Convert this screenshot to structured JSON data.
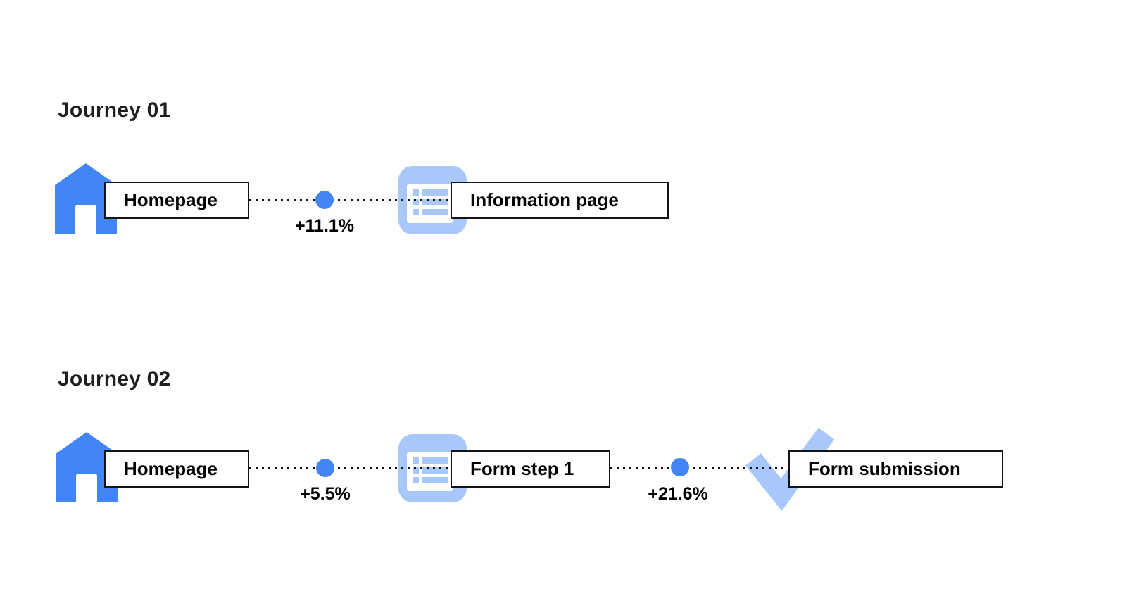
{
  "page": {
    "background": "#ffffff"
  },
  "colors": {
    "primary_blue": "#4285F4",
    "light_blue": "#A8C7FA",
    "text_black": "#1f1f1f",
    "dotted_line": "#111111"
  },
  "journeys": [
    {
      "title": "Journey 01",
      "nodes": [
        {
          "label": "Homepage",
          "icon": "home-icon"
        },
        {
          "label": "Information page",
          "icon": "information-page-icon"
        }
      ],
      "transitions": [
        {
          "delta": "+11.1%"
        }
      ]
    },
    {
      "title": "Journey 02",
      "nodes": [
        {
          "label": "Homepage",
          "icon": "home-icon"
        },
        {
          "label": "Form step 1",
          "icon": "form-page-icon"
        },
        {
          "label": "Form submission",
          "icon": "checkmark-icon"
        }
      ],
      "transitions": [
        {
          "delta": "+5.5%"
        },
        {
          "delta": "+21.6%"
        }
      ]
    }
  ]
}
